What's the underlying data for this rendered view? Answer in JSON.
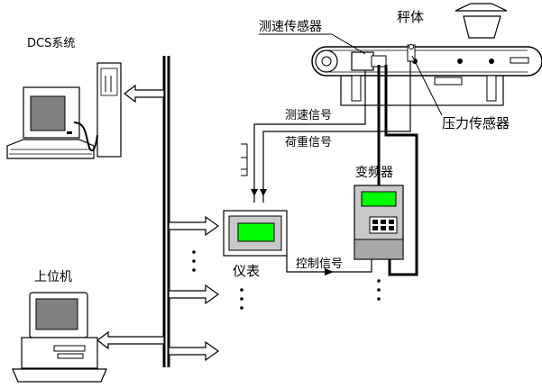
{
  "labels": {
    "dcs_system": "DCS系统",
    "host_computer": "上位机",
    "speed_sensor_top": "测速传感器",
    "scale_body": "秤体",
    "pressure_sensor": "压力传感器",
    "speed_signal": "测速信号",
    "load_signal": "荷重信号",
    "frequency_converter": "变频器",
    "instrument": "仪表",
    "control_signal": "控制信号"
  },
  "colors": {
    "screen_green": "#00ff00",
    "device_gray": "#c8c8c8",
    "monitor_screen": "#808080",
    "line": "#000000",
    "background": "#ffffff"
  }
}
